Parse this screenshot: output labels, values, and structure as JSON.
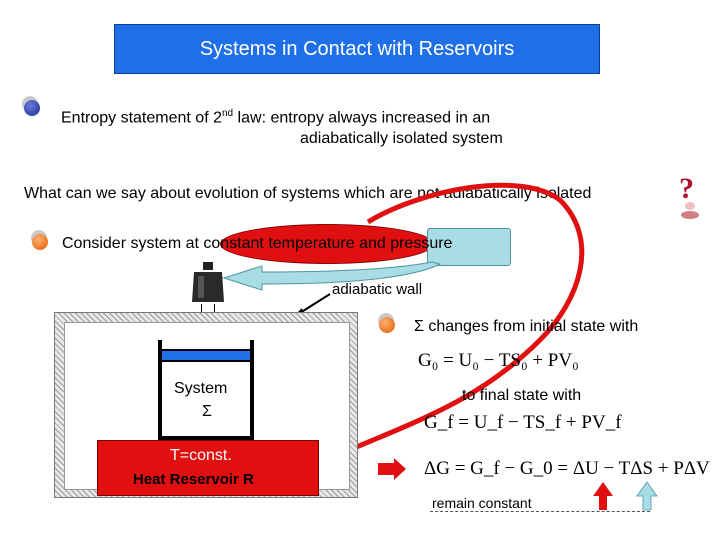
{
  "title": "Systems in Contact with  Reservoirs",
  "bullet1": {
    "prefix": "Entropy statement of 2",
    "sup": "nd",
    "suffix": " law: entropy always increased in an",
    "line2": "adiabatically isolated system"
  },
  "question": "What can we say about evolution of systems which are not adiabatically isolated",
  "bullet2": {
    "pre": "Consider system at ",
    "highlight": "constant temperature",
    "mid": " and ",
    "cyan": "pressure"
  },
  "adiabatic_wall_label": "adiabatic wall",
  "system_label": "System",
  "sigma": "Σ",
  "reservoir": {
    "temp": "T=const.",
    "name": "Heat Reservoir R"
  },
  "bullet3": "Σ changes from initial state with",
  "initial_eq": "G₀ = U₀ − TS₀ + PV₀",
  "final_text": "to final state with",
  "final_eq": "G_f = U_f − TS_f + PV_f",
  "delta_eq": "ΔG = G_f − G_0 = ΔU − TΔS + PΔV",
  "remain_label": "remain constant",
  "colors": {
    "title_bg": "#1e6fe8",
    "reservoir": "#e01010",
    "arrow_red": "#e01010",
    "cyan": "#a8dde6",
    "bullet_blue": "#2a3fa8",
    "bullet_orange": "#f07a1a"
  }
}
